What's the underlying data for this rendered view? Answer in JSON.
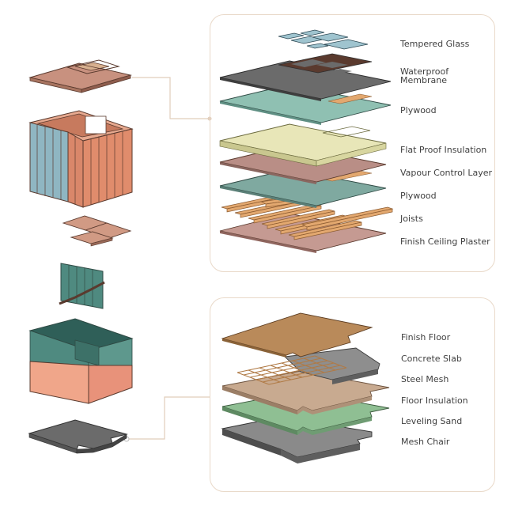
{
  "roof_layers": [
    {
      "label": "Tempered Glass"
    },
    {
      "label": "Waterproof\nMembrane"
    },
    {
      "label": "Plywood"
    },
    {
      "label": "Flat Proof Insulation"
    },
    {
      "label": "Vapour Control Layer"
    },
    {
      "label": "Plywood"
    },
    {
      "label": "Joists"
    },
    {
      "label": "Finish Ceiling Plaster"
    }
  ],
  "floor_layers": [
    {
      "label": "Finish Floor"
    },
    {
      "label": "Concrete Slab"
    },
    {
      "label": "Steel Mesh"
    },
    {
      "label": "Floor Insulation"
    },
    {
      "label": "Leveling Sand"
    },
    {
      "label": "Mesh Chair"
    }
  ],
  "colors": {
    "panel_border": "#e9d9c9",
    "leader_line": "#e1cdbb",
    "terracotta": "#d98a6c",
    "teal": "#4f8a80",
    "glass": "#9fc4cf",
    "plywood_green": "#8fc0b2",
    "membrane_gray": "#6b6b6b",
    "insulation_yellow": "#e8e6b8",
    "vapour_mauve": "#b98e86",
    "joist_orange": "#e3a86f",
    "plaster_mauve": "#c59a92",
    "finish_floor_brown": "#b98a5a",
    "concrete_gray": "#8e8e8e",
    "floor_insulation_tan": "#c8aa90",
    "leveling_green": "#8fbf93",
    "mesh_chair_gray": "#8a8a8a",
    "salmon": "#f0a68a"
  }
}
